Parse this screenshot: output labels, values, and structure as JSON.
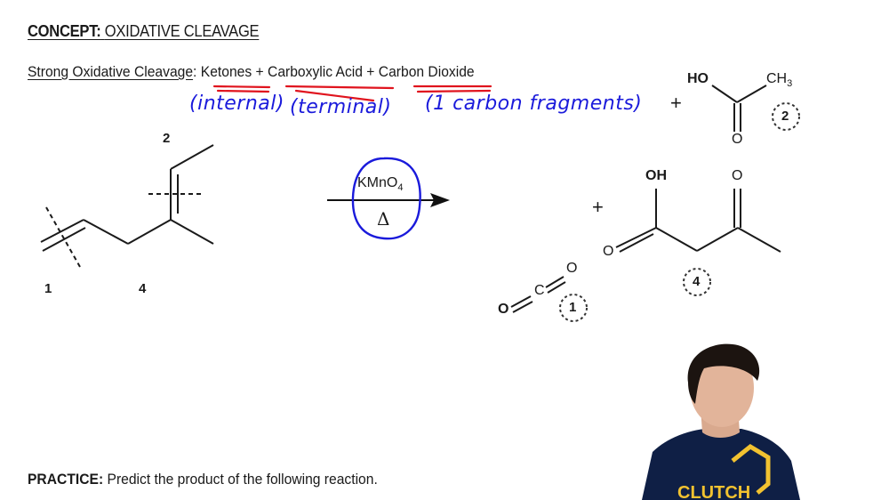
{
  "header": {
    "concept_label": "CONCEPT:",
    "concept_title": "OXIDATIVE CLEAVAGE"
  },
  "rule": {
    "label": "Strong Oxidative Cleavage",
    "colon": ":",
    "product_1": "Ketones",
    "plus_1": "+",
    "product_2": "Carboxylic Acid",
    "plus_2": "+",
    "product_3": "Carbon Dioxide"
  },
  "annotations": {
    "ketones_note": "(internal)",
    "acid_note": "(terminal)",
    "co2_note": "(1 carbon fragments)",
    "ink_color": "#1a1adb",
    "underline_color": "#e0141e"
  },
  "reactant": {
    "labels": [
      "1",
      "2",
      "4"
    ]
  },
  "reaction": {
    "reagent": "KMnO",
    "reagent_subscript": "4",
    "condition": "Δ"
  },
  "products": {
    "plus_signs": [
      "+",
      "+"
    ],
    "acetic_acid": {
      "ho": "HO",
      "ch3": "CH",
      "ch3_sub": "3",
      "o": "O",
      "fragment_label": "2"
    },
    "keto_acid": {
      "oh": "OH",
      "o_acid": "O",
      "o_ketone": "O",
      "fragment_label": "4"
    },
    "carbon_dioxide": {
      "o_left": "O",
      "c": "C",
      "o_right": "O",
      "fragment_label": "1"
    }
  },
  "practice": {
    "label": "PRACTICE:",
    "text": "Predict the product of the following reaction."
  },
  "presenter": {
    "shirt_text": "CLUTCH",
    "shirt_color": "#0f1f45",
    "logo_color": "#f2c230"
  }
}
